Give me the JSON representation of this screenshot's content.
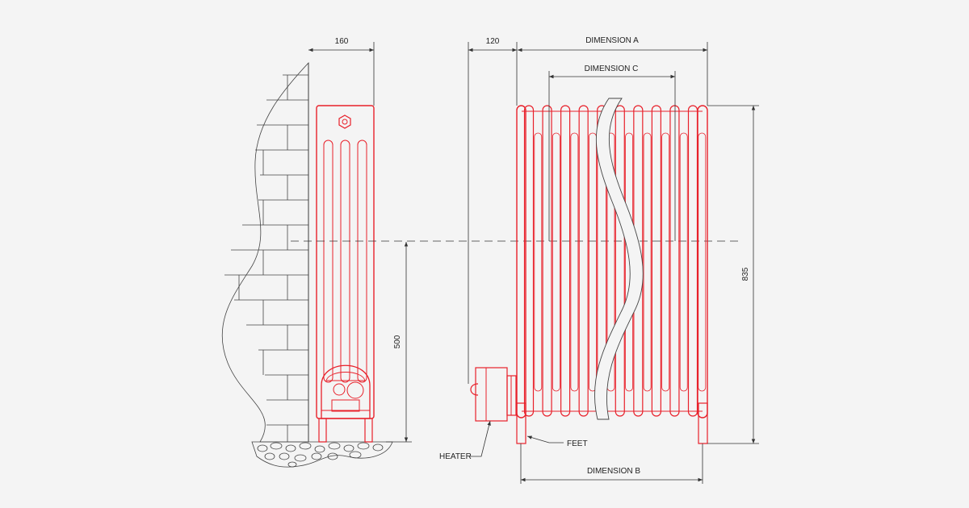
{
  "labels": {
    "side_width": "160",
    "wall_gap": "120",
    "dimension_a": "DIMENSION A",
    "dimension_b": "DIMENSION B",
    "dimension_c": "DIMENSION C",
    "pipe_height": "500",
    "total_height": "835",
    "heater": "HEATER",
    "feet": "FEET"
  },
  "colors": {
    "outline": "#e8202a",
    "dimension_lines": "#333333",
    "background": "#f4f4f4"
  },
  "front_view": {
    "column_count": 10
  }
}
